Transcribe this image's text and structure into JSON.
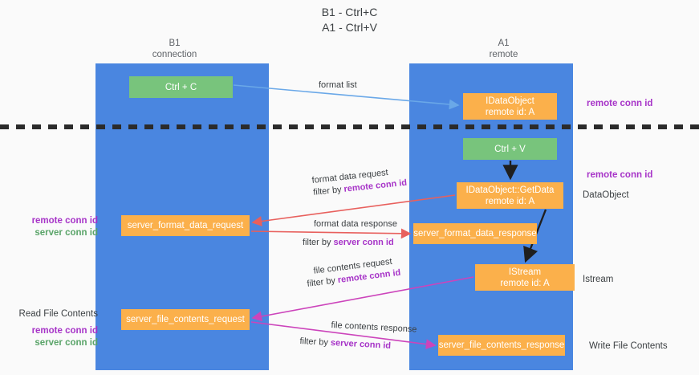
{
  "title": {
    "line1": "B1 - Ctrl+C",
    "line2": "A1 - Ctrl+V"
  },
  "columns": [
    {
      "name": "B1",
      "role": "connection"
    },
    {
      "name": "A1",
      "role": "remote"
    }
  ],
  "nodes": {
    "ctrl_c": {
      "label": "Ctrl + C",
      "color": "#78c47c"
    },
    "idataobject": {
      "label": "IDataObject",
      "sub": "remote id: A",
      "color": "#fbb04b"
    },
    "ctrl_v": {
      "label": "Ctrl + V",
      "color": "#78c47c"
    },
    "getdata": {
      "label": "IDataObject::GetData",
      "sub": "remote id: A",
      "color": "#fbb04b"
    },
    "server_format_data_request": {
      "label": "server_format_data_request",
      "color": "#fbb04b"
    },
    "server_format_data_response": {
      "label": "server_format_data_response",
      "color": "#fbb04b"
    },
    "istream": {
      "label": "IStream",
      "sub": "remote id: A",
      "color": "#fbb04b"
    },
    "server_file_contents_request": {
      "label": "server_file_contents_request",
      "color": "#fbb04b"
    },
    "server_file_contents_response": {
      "label": "server_file_contents_response",
      "color": "#fbb04b"
    }
  },
  "edges": {
    "format_list": {
      "label": "format list",
      "color": "#6aa8e8"
    },
    "format_data_request": {
      "label": "format data request",
      "filter_prefix": "filter by ",
      "filter_key": "remote conn id",
      "color": "#e8605d"
    },
    "format_data_response": {
      "label": "format data response",
      "filter_prefix": "filter by ",
      "filter_key": "server conn id",
      "color": "#e8605d"
    },
    "file_contents_request": {
      "label": "file contents request",
      "filter_prefix": "filter by ",
      "filter_key": "remote conn id",
      "color": "#cc44bb"
    },
    "file_contents_response": {
      "label": "file contents response",
      "filter_prefix": "filter by ",
      "filter_key": "server conn id",
      "color": "#cc44bb"
    }
  },
  "side_labels": {
    "right_remote_conn_id_top": "remote conn id",
    "right_remote_conn_id_mid": "remote conn id",
    "dataobject": "DataObject",
    "istream": "Istream",
    "write_file_contents": "Write File Contents",
    "read_file_contents": "Read File Contents",
    "left_remote_conn_id_mid": "remote conn id",
    "left_server_conn_id_mid": "server conn id",
    "left_remote_conn_id_bottom": "remote conn id",
    "left_server_conn_id_bottom": "server conn id"
  },
  "colors": {
    "lane": "#4a86e0",
    "green_node": "#78c47c",
    "orange_node": "#fbb04b",
    "purple_text": "#a734c8",
    "green_text": "#5aa469",
    "red_arrow": "#e8605d",
    "magenta_arrow": "#cc44bb",
    "blue_arrow": "#6aa8e8",
    "divider": "#2b2b2b",
    "background": "#fafafa"
  }
}
